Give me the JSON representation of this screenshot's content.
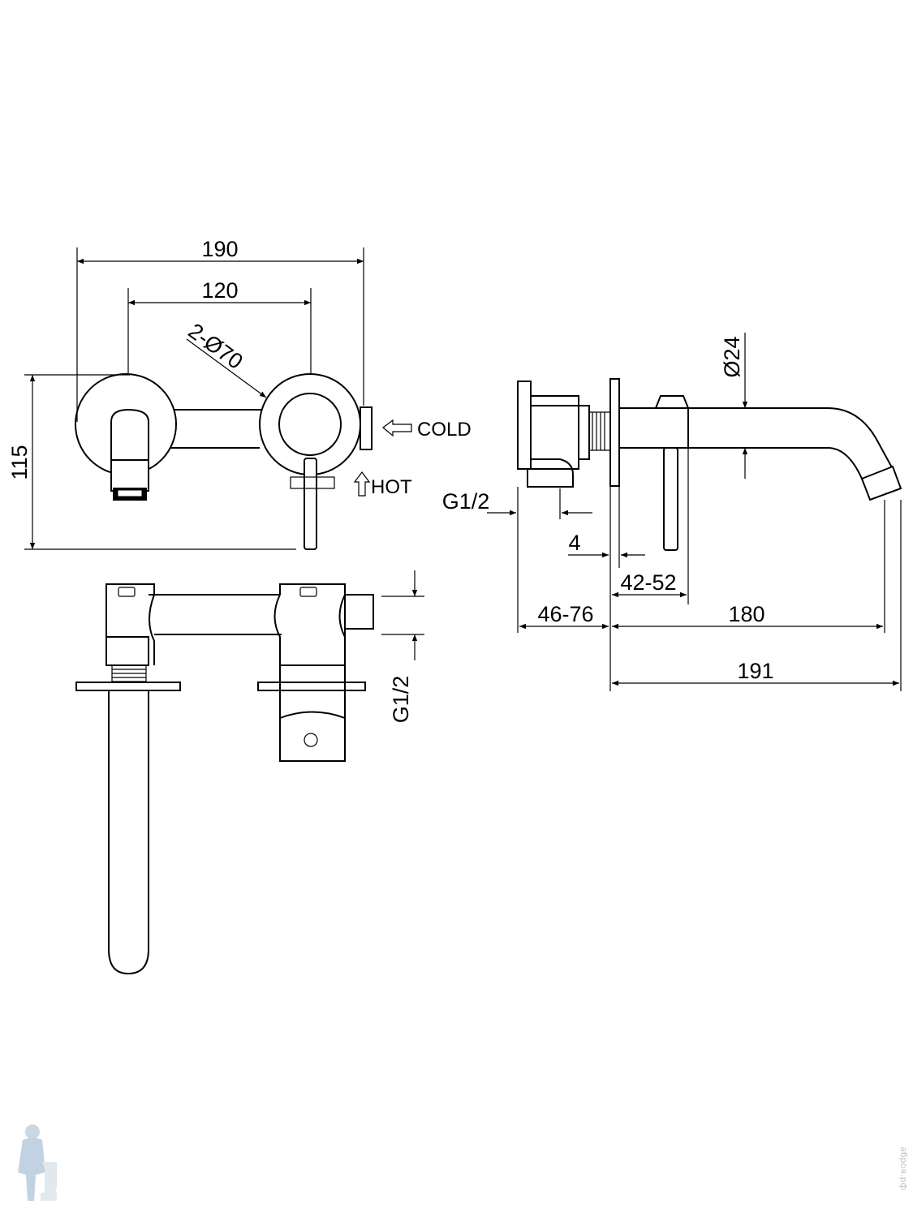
{
  "drawing": {
    "front_view": {
      "dim_total_width": "190",
      "dim_center_distance": "120",
      "dim_plate_diameter": "2-Ø70",
      "dim_height": "115",
      "label_cold": "COLD",
      "label_hot": "HOT"
    },
    "top_view": {
      "dim_thread": "G1/2"
    },
    "side_view": {
      "dim_spout_diameter": "Ø24",
      "dim_thread": "G1/2",
      "dim_plate_thickness": "4",
      "dim_mount_range": "42-52",
      "dim_wall_depth": "46-76",
      "dim_spout_reach": "180",
      "dim_overall_reach": "191"
    }
  },
  "watermark": {
    "side_text": "аброя.рф"
  },
  "colors": {
    "line": "#000000",
    "background": "#ffffff",
    "watermark": "#b9c4cc"
  }
}
